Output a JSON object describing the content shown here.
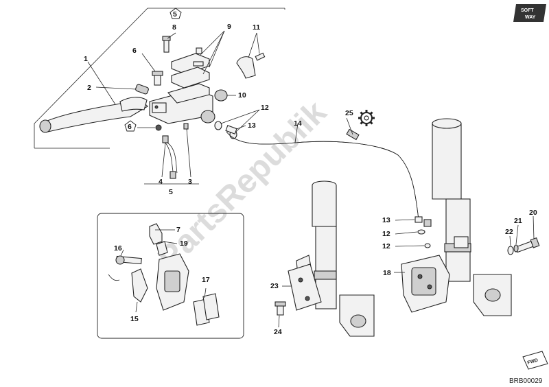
{
  "logo": {
    "line1": "SOFT",
    "line2": "WAY"
  },
  "watermark": "PartsRepublik",
  "drawing_code": "BRB00029",
  "fwd_label": "FWD",
  "callouts": {
    "c1": "1",
    "c2": "2",
    "c3": "3",
    "c4": "4",
    "c5": "5",
    "c5_pentagon": "5",
    "c6a": "6",
    "c6_pentagon": "6",
    "c7": "7",
    "c8": "8",
    "c9": "9",
    "c10": "10",
    "c11": "11",
    "c12a": "12",
    "c12b": "12",
    "c12c": "12",
    "c13a": "13",
    "c13b": "13",
    "c14": "14",
    "c15": "15",
    "c16": "16",
    "c17": "17",
    "c18": "18",
    "c19": "19",
    "c20": "20",
    "c21": "21",
    "c22": "22",
    "c23": "23",
    "c24": "24",
    "c25": "25"
  },
  "colors": {
    "line": "#222222",
    "fill_light": "#f2f2f2",
    "fill_mid": "#cfcfcf",
    "watermark": "#dcdcdc"
  }
}
